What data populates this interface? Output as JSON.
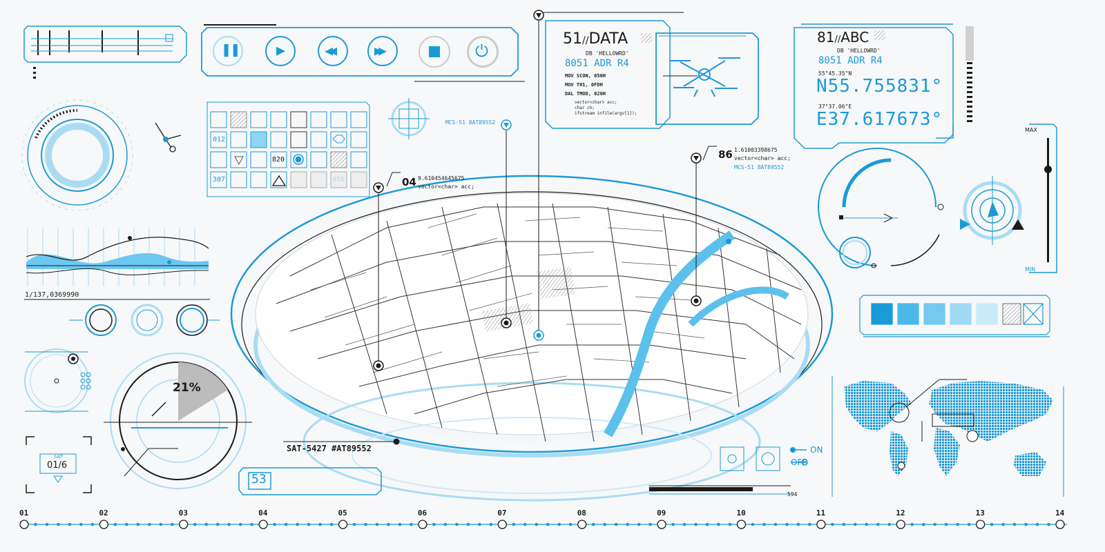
{
  "data_panel": {
    "title": "51",
    "title_suffix": "DATA",
    "db": "DB 'HELLOWRD'",
    "code": "8051 ADR R4",
    "lines": [
      "MOV SCON, 050H",
      "MOV TH1, 0FDH",
      "DAL TMOD, 020H"
    ],
    "code_lines": [
      "vector<char> acc;",
      "char ch;",
      "ifstream infile(argv[1]);"
    ]
  },
  "coord_panel": {
    "title": "81",
    "title_suffix": "ABC",
    "db": "DB 'HELLOWRD'",
    "code": "8051 ADR R4",
    "lat_small": "55°45.35\"N",
    "lat_big": "N55.755831°",
    "lon_small": "37°37.06\"E",
    "lon_big": "E37.617673°"
  },
  "pins": {
    "p04": {
      "num": "04",
      "value": "9.610454645675",
      "code": "vector<char> acc;"
    },
    "p86": {
      "num": "86",
      "value": "1.61003398675",
      "code": "vector<char> acc;",
      "tag": "MCS-51 8AT89552"
    },
    "mcs_tag": "MCS-51 8AT89552"
  },
  "grid_panel": {
    "cell_012": "012",
    "cell_820": "820",
    "cell_387": "387",
    "cell_456": "456"
  },
  "left_panel": {
    "readout": "1/137,0369990",
    "percent": "21%",
    "sat_label": "SAT",
    "sat_value": "01/6"
  },
  "sat_label": "SAT-5427 #AT89552",
  "counter": {
    "value": "53"
  },
  "toggle": {
    "on": "ON",
    "off": "OFF"
  },
  "vertical_slider": {
    "max": "MAX",
    "min": "MIN",
    "level": 0.75
  },
  "bottom_value": "594",
  "timeline": [
    "01",
    "02",
    "03",
    "04",
    "05",
    "06",
    "07",
    "08",
    "09",
    "10",
    "11",
    "12",
    "13",
    "14"
  ],
  "colors": {
    "accent": "#1a9ad6",
    "light": "#a9dcf3",
    "dark": "#1a1a1a"
  }
}
